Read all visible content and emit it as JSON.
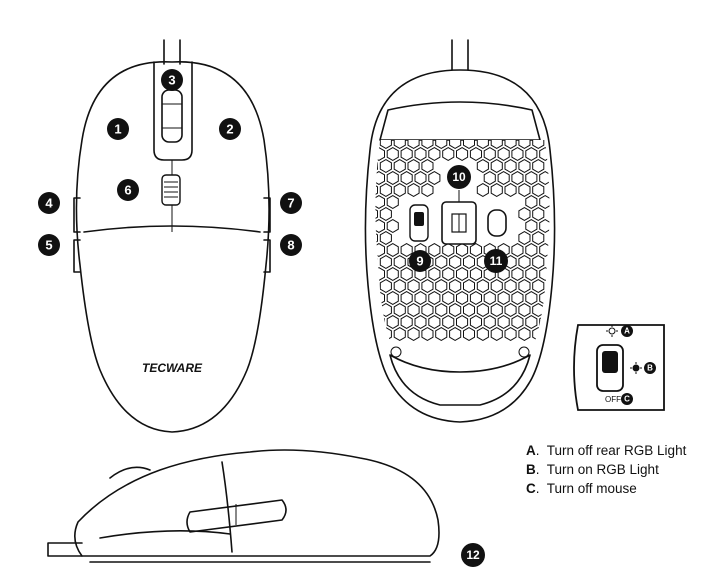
{
  "brand_logo_text": "TECWARE",
  "callouts": [
    "1",
    "2",
    "3",
    "4",
    "5",
    "6",
    "7",
    "8",
    "9",
    "10",
    "11",
    "12"
  ],
  "switch_inset": {
    "off_label": "OFF",
    "position_markers": [
      "A",
      "B",
      "C"
    ]
  },
  "legend": [
    {
      "key": "A",
      "text": "Turn off rear RGB Light"
    },
    {
      "key": "B",
      "text": "Turn on RGB Light"
    },
    {
      "key": "C",
      "text": "Turn off mouse"
    }
  ]
}
